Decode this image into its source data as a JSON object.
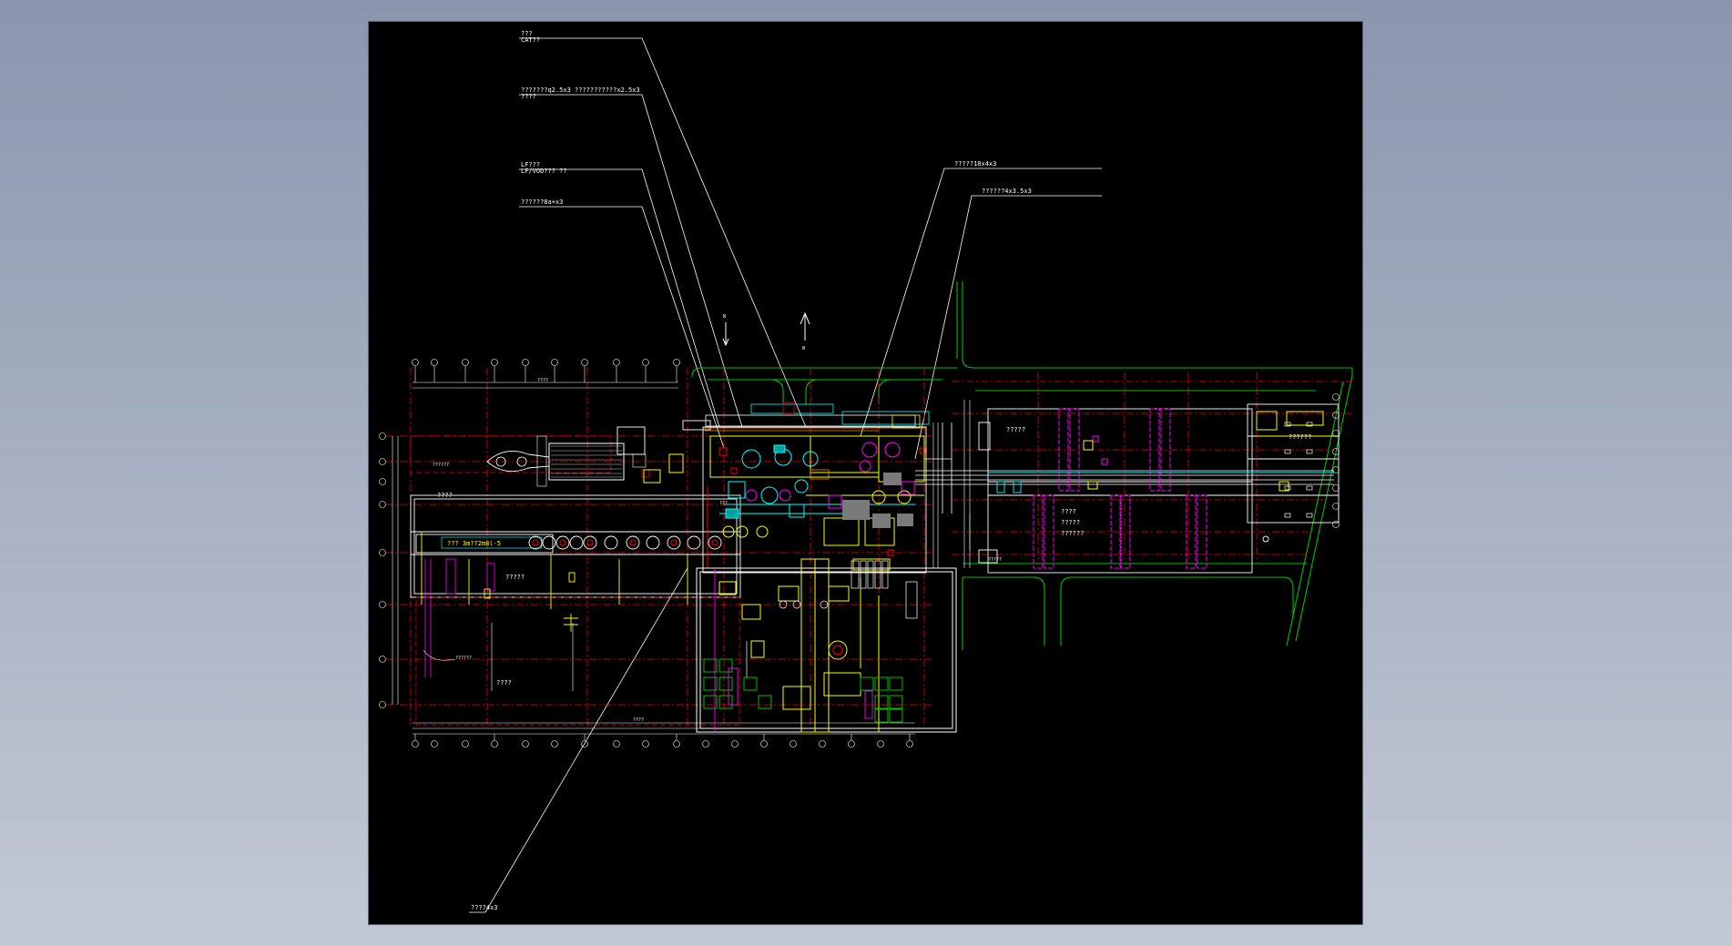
{
  "viewer": {
    "background_top": "#8996ac",
    "background_bottom": "#c3c9d4",
    "sheet_color": "#000000"
  },
  "colors": {
    "outline": "#ffffff",
    "equipment": "#ffff00",
    "grid_axis": "#ff0000",
    "road": "#00c000",
    "structure": "#ff00ff",
    "pipe": "#00ffff",
    "terrain": "#ff8800"
  },
  "callouts": {
    "c1_l1": "???",
    "c1_l2": "CAT??",
    "c2_l1": "???????q2.5x3  ???????????x2.5x3",
    "c2_l2": "????",
    "c3_l1": "LF???",
    "c3_l2": "LF/VOD??? ??",
    "c4_l1": "??????8a+x3",
    "c5_l1": "?????18x4x3",
    "c6_l1": "??????4x3.5x3",
    "c7_l1": "????4x3"
  },
  "plan": {
    "north_label": "N",
    "north_label_2": "N",
    "conveyor_label": "??? 3m??2m8(-5",
    "hall_label_1": "?????",
    "hall_label_2": "????",
    "right_label_1": "?????",
    "right_label_2": "??????",
    "right_label_3": "????",
    "right_label_4": "?????",
    "right_label_5": "??????",
    "left_note": "??????",
    "left_note_2": "??????",
    "top_dim": "????",
    "left_bay_label": "????",
    "bottom_dim": "????",
    "yard_label": "?????",
    "small_note": "???"
  }
}
